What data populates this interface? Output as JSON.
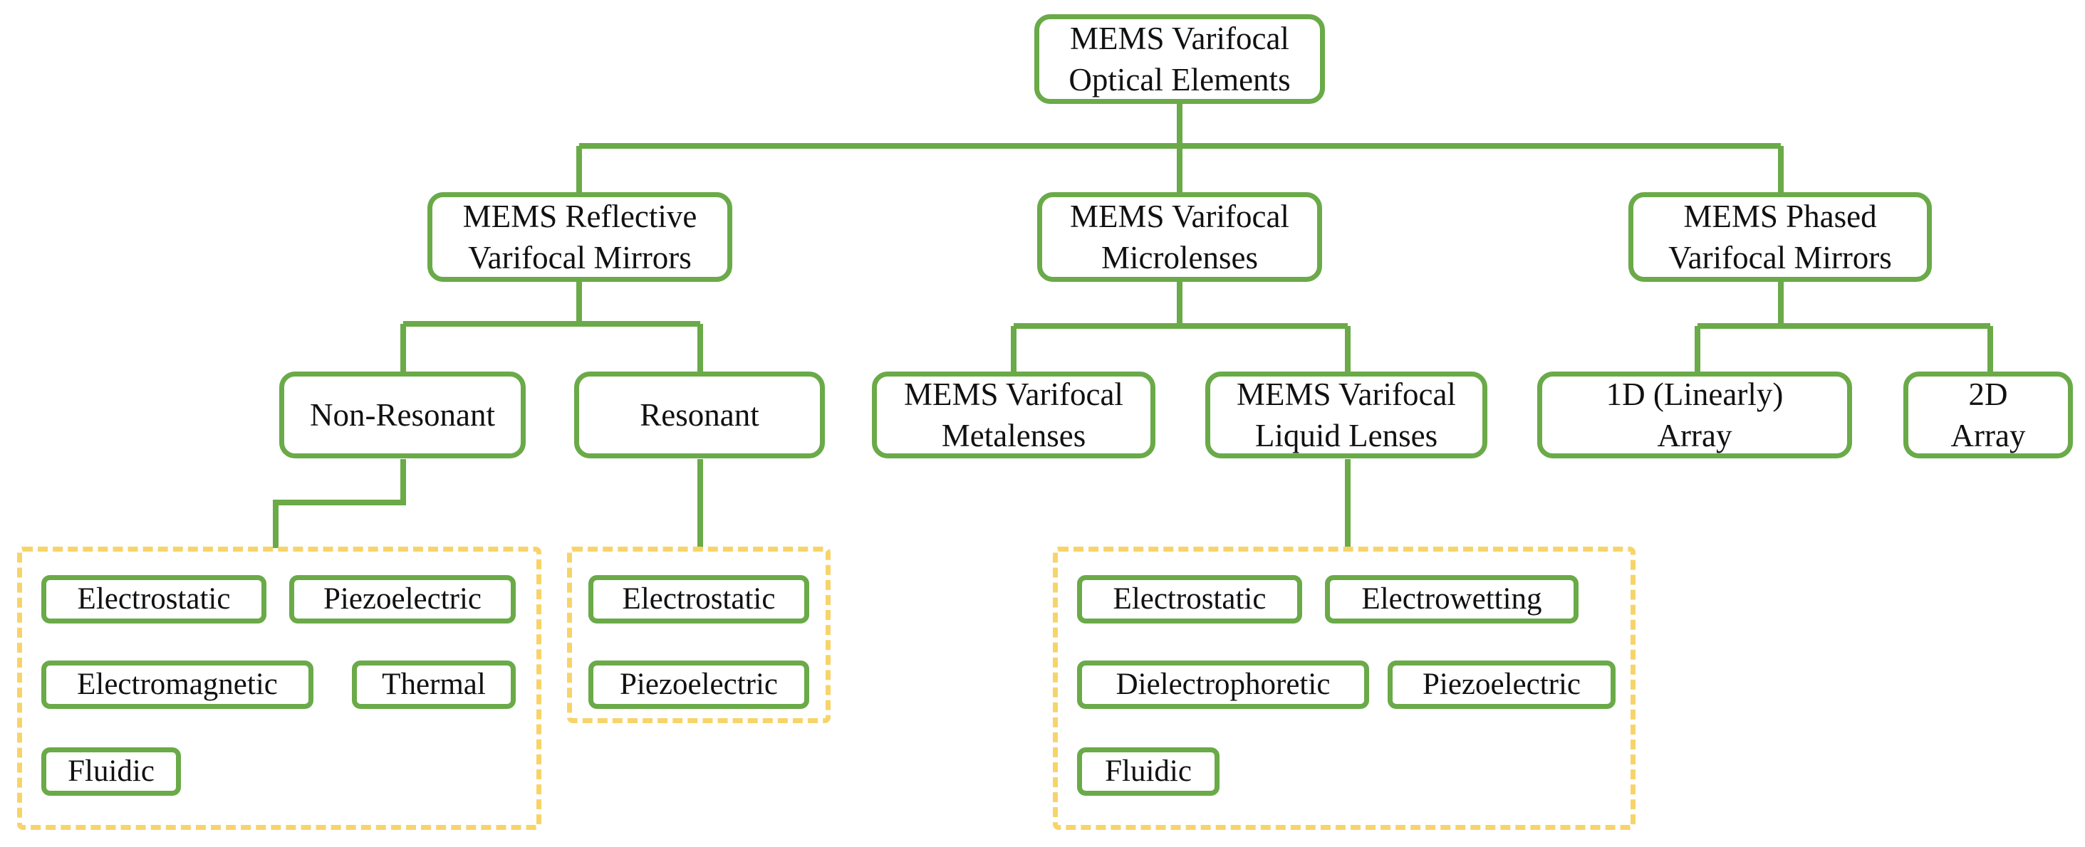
{
  "root": {
    "label": "MEMS Varifocal\nOptical Elements"
  },
  "level1": [
    {
      "label": "MEMS Reflective\nVarifocal Mirrors"
    },
    {
      "label": "MEMS Varifocal\nMicrolenses"
    },
    {
      "label": "MEMS Phased\nVarifocal Mirrors"
    }
  ],
  "level2": [
    {
      "label": "Non-Resonant"
    },
    {
      "label": "Resonant"
    },
    {
      "label": "MEMS Varifocal\nMetalenses"
    },
    {
      "label": "MEMS Varifocal\nLiquid Lenses"
    },
    {
      "label": "1D (Linearly)\nArray"
    },
    {
      "label": "2D\nArray"
    }
  ],
  "groups": {
    "non_resonant": [
      "Electrostatic",
      "Piezoelectric",
      "Electromagnetic",
      "Thermal",
      "Fluidic"
    ],
    "resonant": [
      "Electrostatic",
      "Piezoelectric"
    ],
    "liquid_lenses": [
      "Electrostatic",
      "Electrowetting",
      "Dielectrophoretic",
      "Piezoelectric",
      "Fluidic"
    ]
  },
  "colors": {
    "box_border": "#6aaa48",
    "connector": "#6aaa48",
    "group_border": "#f7d46a"
  }
}
